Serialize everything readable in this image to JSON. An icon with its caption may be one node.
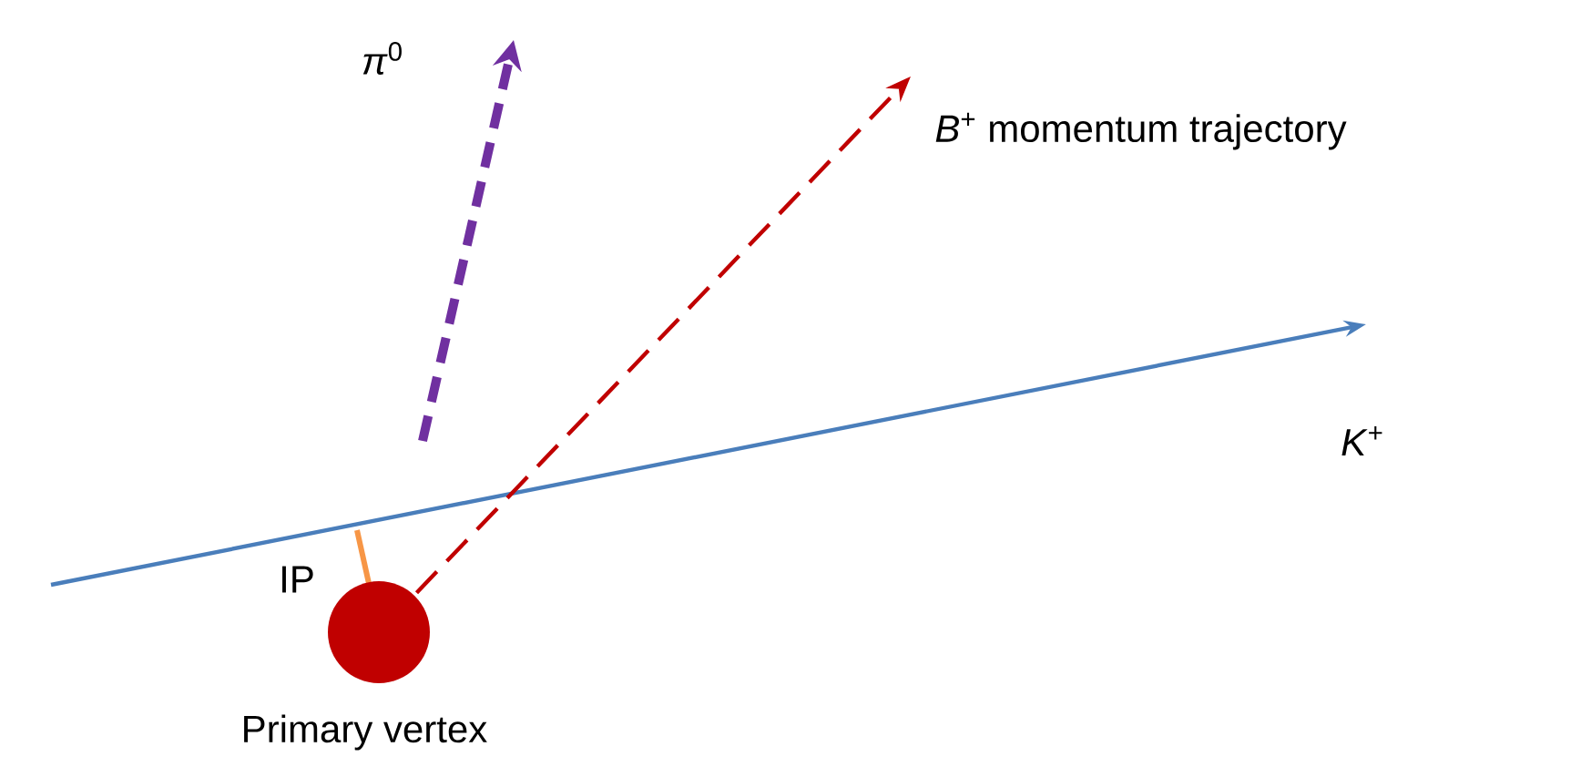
{
  "diagram": {
    "nodes": [
      {
        "text": [],
        "shape": "circle",
        "beside": [
          "Primary vertex"
        ]
      },
      {
        "text": [
          "*B*$^{+}$ momentum trajectory"
        ]
      }
    ],
    "edges": [
      {
        "from": 0,
        "to": 1,
        "arrow": "to",
        "style": "dashed",
        "color": "#c00000"
      }
    ],
    "labels": [
      "*π*$^{0}$",
      "*K*$^{+}$",
      "IP"
    ]
  }
}
